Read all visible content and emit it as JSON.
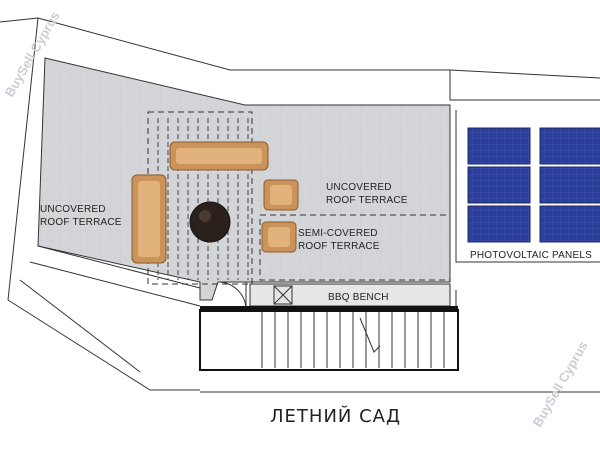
{
  "watermark": {
    "top_left": "BuySell Cyprus",
    "bottom_right": "BuySell Cyprus"
  },
  "plan": {
    "labels": {
      "uncovered_left_1": "UNCOVERED",
      "uncovered_left_2": "ROOF TERRACE",
      "uncovered_right_1": "UNCOVERED",
      "uncovered_right_2": "ROOF TERRACE",
      "semi_covered_1": "SEMI-COVERED",
      "semi_covered_2": "ROOF TERRACE",
      "photovoltaic": "PHOTOVOLTAIC PANELS",
      "bbq": "BBQ BENCH"
    },
    "title": "ЛЕТНИЙ САД"
  },
  "colors": {
    "terrace_fill": "#d3d5d9",
    "panel_fill": "#2c3f98",
    "furniture": "#c9935a",
    "outline": "#333333"
  }
}
